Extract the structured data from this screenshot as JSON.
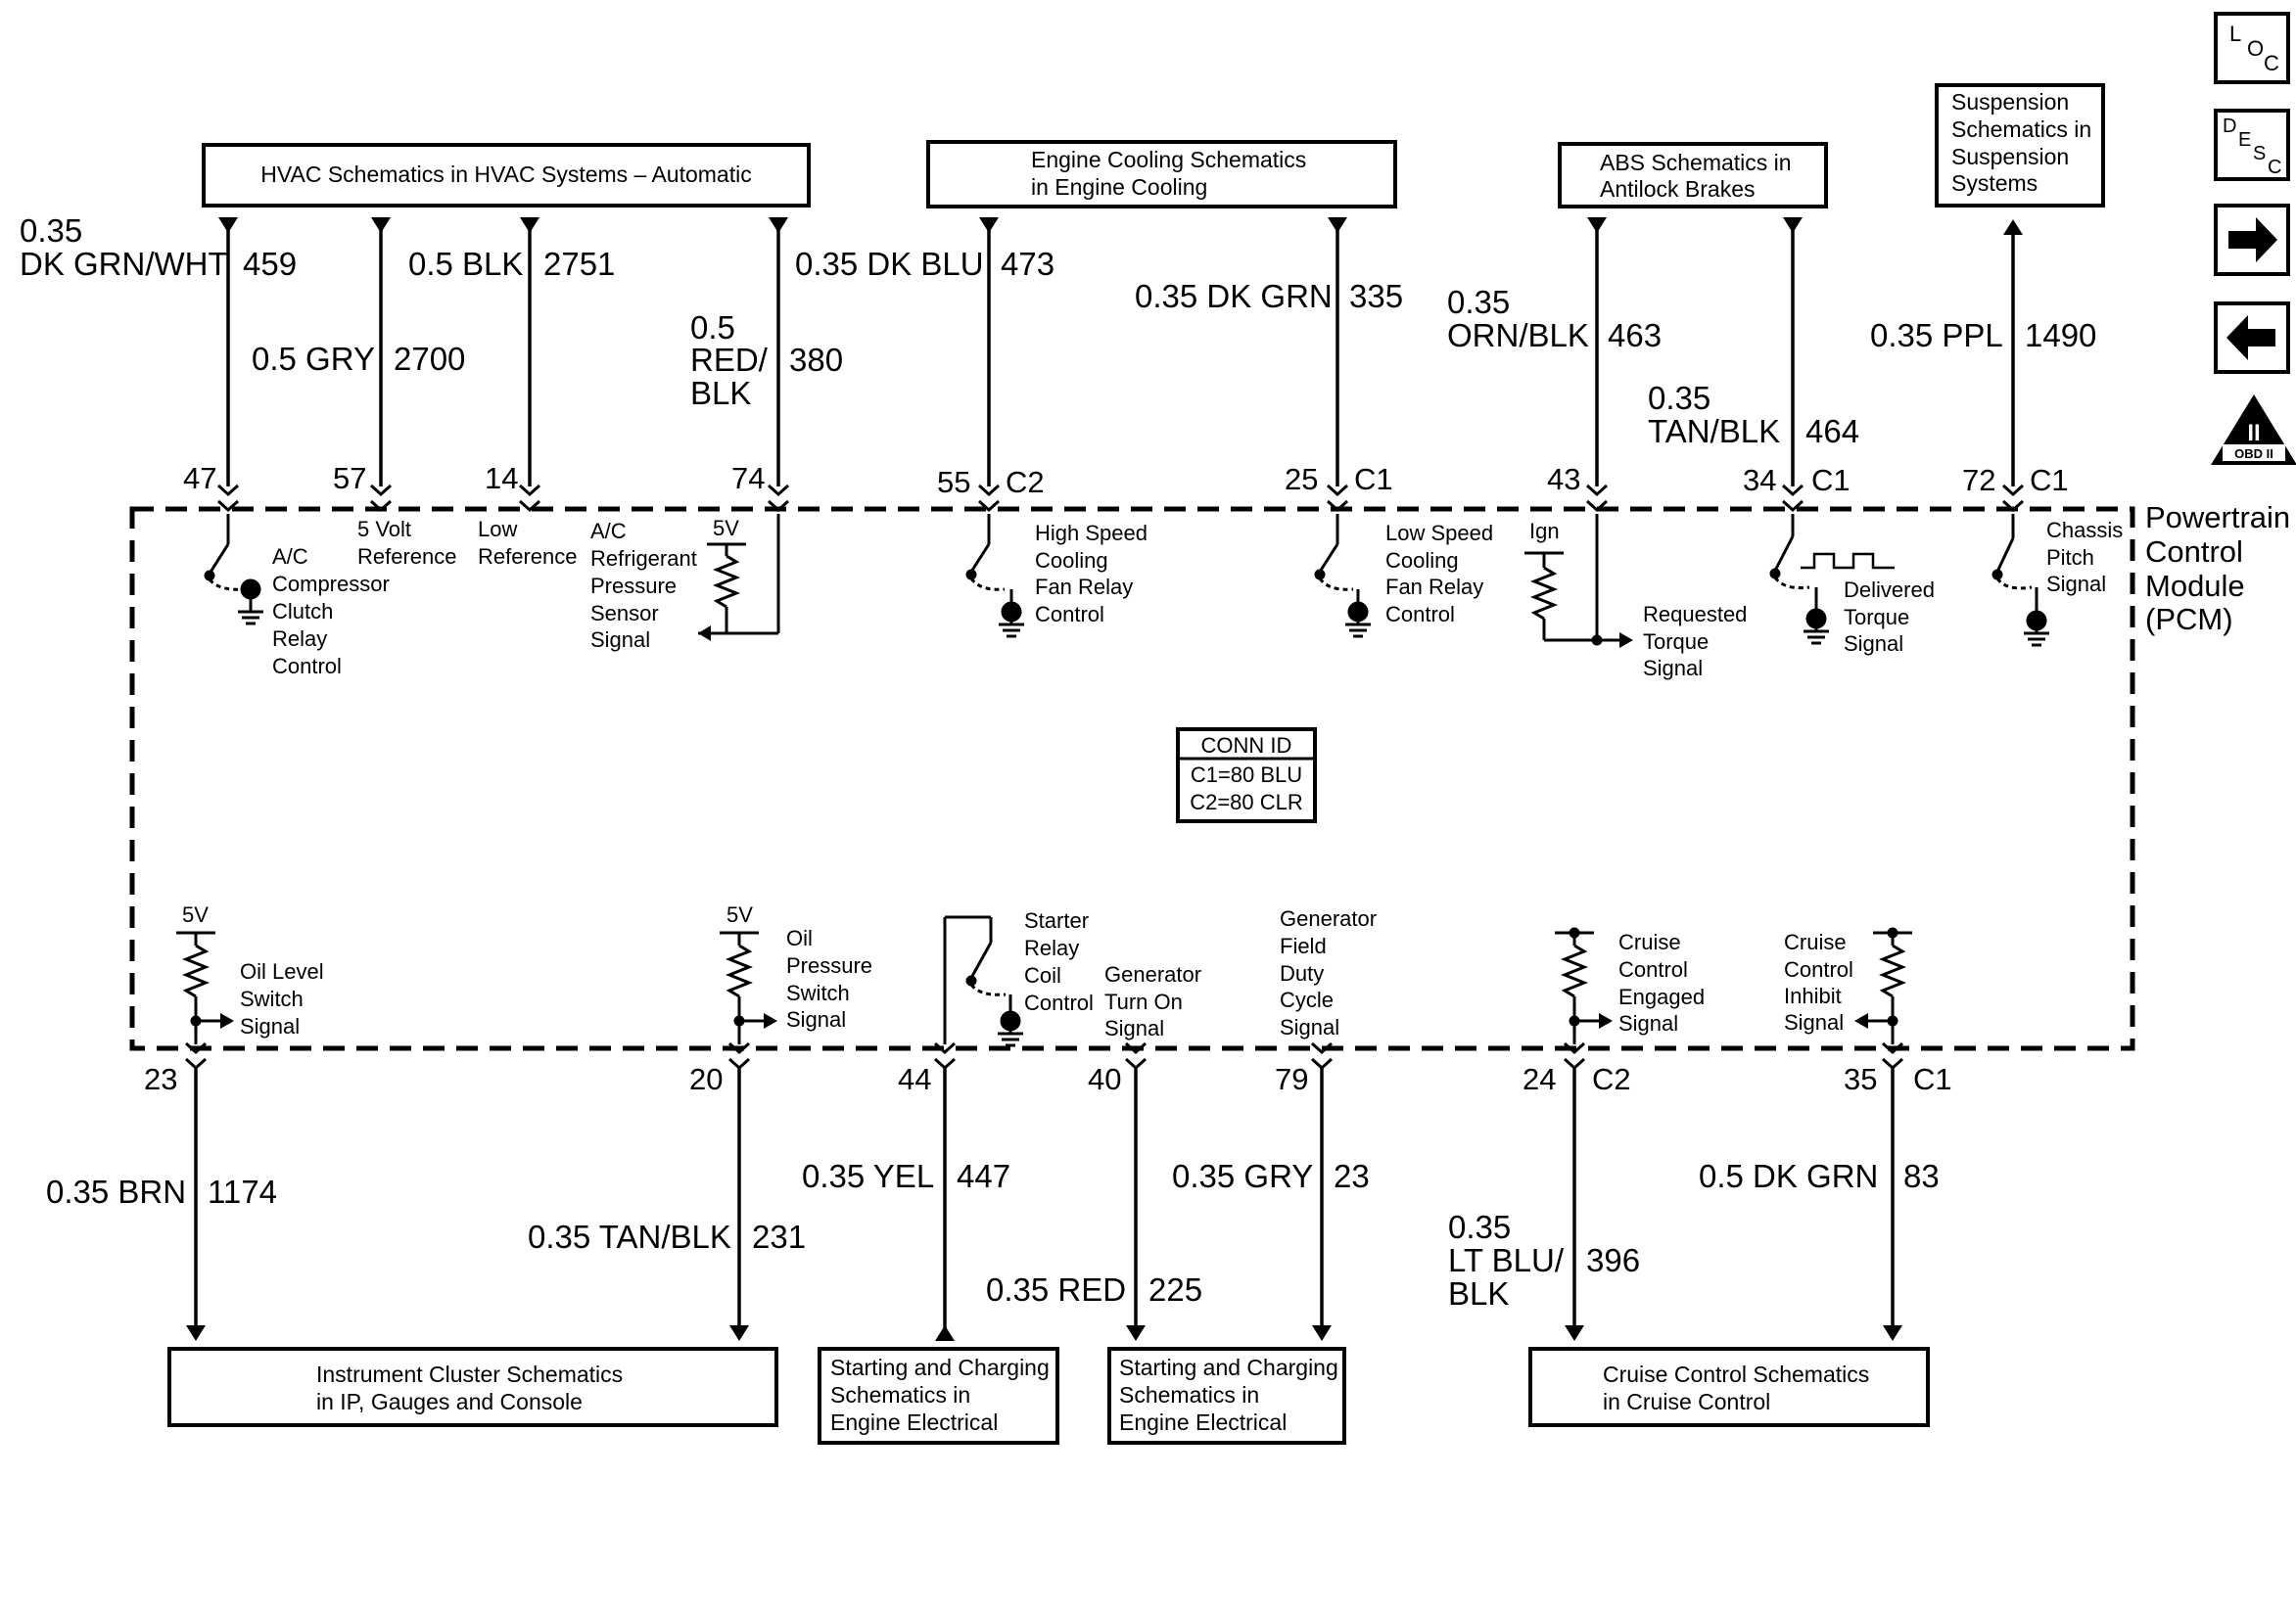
{
  "top_boxes": [
    {
      "lines": [
        "HVAC Schematics in HVAC Systems – Automatic"
      ]
    },
    {
      "lines": [
        "Engine Cooling Schematics",
        "in Engine Cooling"
      ]
    },
    {
      "lines": [
        "ABS Schematics in",
        "Antilock Brakes"
      ]
    },
    {
      "lines": [
        "Suspension",
        "Schematics in",
        "Suspension",
        "Systems"
      ]
    }
  ],
  "bottom_boxes": [
    {
      "lines": [
        "Instrument Cluster Schematics",
        "in IP, Gauges and Console"
      ]
    },
    {
      "lines": [
        "Starting and Charging",
        "Schematics in",
        "Engine Electrical"
      ]
    },
    {
      "lines": [
        "Starting and Charging",
        "Schematics in",
        "Engine Electrical"
      ]
    },
    {
      "lines": [
        "Cruise Control Schematics",
        "in Cruise Control"
      ]
    }
  ],
  "top_circuits": [
    {
      "wire": [
        "0.35",
        "DK GRN/WHT"
      ],
      "circuit": "459",
      "pin": "47",
      "conn": ""
    },
    {
      "wire": [
        "0.5 GRY"
      ],
      "circuit": "2700",
      "pin": "57",
      "conn": ""
    },
    {
      "wire": [
        "0.5 BLK"
      ],
      "circuit": "2751",
      "pin": "14",
      "conn": ""
    },
    {
      "wire": [
        "0.5",
        "RED/",
        "BLK"
      ],
      "circuit": "380",
      "pin": "74",
      "conn": ""
    },
    {
      "wire": [
        "0.35 DK BLU"
      ],
      "circuit": "473",
      "pin": "55",
      "conn": "C2"
    },
    {
      "wire": [
        "0.35 DK GRN"
      ],
      "circuit": "335",
      "pin": "25",
      "conn": "C1"
    },
    {
      "wire": [
        "0.35",
        "ORN/BLK"
      ],
      "circuit": "463",
      "pin": "43",
      "conn": ""
    },
    {
      "wire": [
        "0.35",
        "TAN/BLK"
      ],
      "circuit": "464",
      "pin": "34",
      "conn": "C1"
    },
    {
      "wire": [
        "0.35 PPL"
      ],
      "circuit": "1490",
      "pin": "72",
      "conn": "C1"
    }
  ],
  "bottom_circuits": [
    {
      "wire": [
        "0.35 BRN"
      ],
      "circuit": "1174",
      "pin": "23",
      "conn": ""
    },
    {
      "wire": [
        "0.35 TAN/BLK"
      ],
      "circuit": "231",
      "pin": "20",
      "conn": ""
    },
    {
      "wire": [
        "0.35 YEL"
      ],
      "circuit": "447",
      "pin": "44",
      "conn": ""
    },
    {
      "wire": [
        "0.35 RED"
      ],
      "circuit": "225",
      "pin": "40",
      "conn": ""
    },
    {
      "wire": [
        "0.35 GRY"
      ],
      "circuit": "23",
      "pin": "79",
      "conn": ""
    },
    {
      "wire": [
        "0.35",
        "LT BLU/",
        "BLK"
      ],
      "circuit": "396",
      "pin": "24",
      "conn": "C2"
    },
    {
      "wire": [
        "0.5  DK GRN"
      ],
      "circuit": "83",
      "pin": "35",
      "conn": "C1"
    }
  ],
  "top_functions": [
    [
      "A/C",
      "Compressor",
      "Clutch",
      "Relay",
      "Control"
    ],
    [
      "5 Volt",
      "Reference"
    ],
    [
      "Low",
      "Reference"
    ],
    [
      "A/C",
      "Refrigerant",
      "Pressure",
      "Sensor",
      "Signal"
    ],
    [
      "High Speed",
      "Cooling",
      "Fan Relay",
      "Control"
    ],
    [
      "Low Speed",
      "Cooling",
      "Fan Relay",
      "Control"
    ],
    [
      "Requested",
      "Torque",
      "Signal"
    ],
    [
      "Delivered",
      "Torque",
      "Signal"
    ],
    [
      "Chassis",
      "Pitch",
      "Signal"
    ]
  ],
  "bottom_functions": [
    [
      "Oil Level",
      "Switch",
      "Signal"
    ],
    [
      "Oil",
      "Pressure",
      "Switch",
      "Signal"
    ],
    [
      "Starter",
      "Relay",
      "Coil",
      "Control"
    ],
    [
      "Generator",
      "Turn On",
      "Signal"
    ],
    [
      "Generator",
      "Field",
      "Duty",
      "Cycle",
      "Signal"
    ],
    [
      "Cruise",
      "Control",
      "Engaged",
      "Signal"
    ],
    [
      "Cruise",
      "Control",
      "Inhibit",
      "Signal"
    ]
  ],
  "supply": {
    "five_volt": "5V",
    "ign": "Ign"
  },
  "pcm_label": [
    "Powertrain",
    "Control",
    "Module",
    "(PCM)"
  ],
  "conn_id": {
    "title": "CONN ID",
    "c1": "C1=80 BLU",
    "c2": "C2=80 CLR"
  },
  "nav": {
    "loc": [
      "L",
      "O",
      "C"
    ],
    "desc": [
      "D",
      "E",
      "S",
      "C"
    ],
    "obd": "OBD II",
    "obd_roman": "II"
  }
}
